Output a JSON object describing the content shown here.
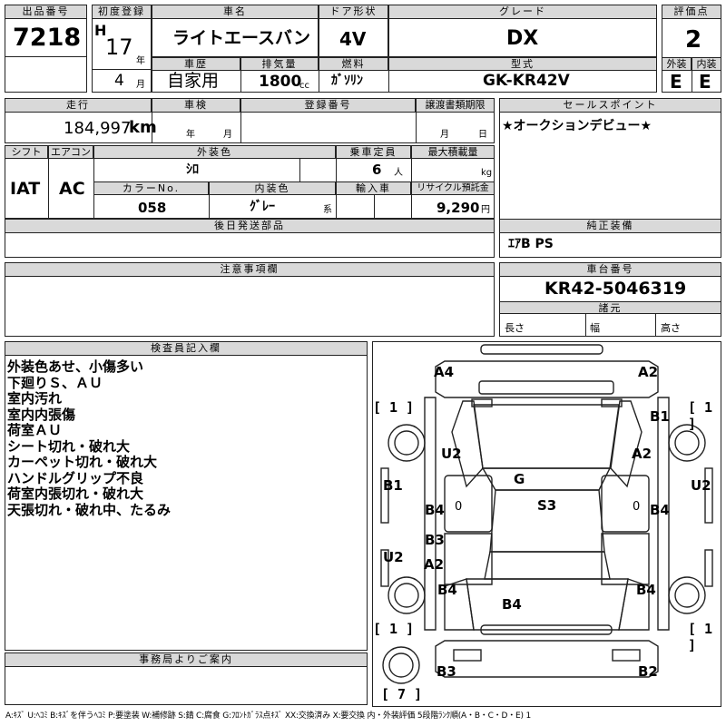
{
  "header": {
    "lot_label": "出品番号",
    "lot_number": "7218",
    "first_reg_label": "初度登録",
    "era": "H",
    "year": "17",
    "year_unit": "年",
    "month": "4",
    "month_unit": "月",
    "car_name_label": "車名",
    "car_name": "ライトエースバン",
    "door_label": "ドア形状",
    "door": "4V",
    "grade_label": "グレード",
    "grade": "DX",
    "score_label": "評価点",
    "score": "2",
    "history_label": "車歴",
    "history": "自家用",
    "displacement_label": "排気量",
    "displacement": "1800",
    "displacement_unit": "cc",
    "fuel_label": "燃料",
    "fuel": "ｶﾞｿﾘﾝ",
    "model_label": "型式",
    "model": "GK-KR42V",
    "exterior_label": "外装",
    "exterior": "E",
    "interior_label": "内装",
    "interior": "E"
  },
  "row2": {
    "mileage_label": "走行",
    "mileage": "184,997",
    "mileage_unit": "km",
    "inspection_label": "車検",
    "insp_year_unit": "年",
    "insp_month_unit": "月",
    "reg_no_label": "登録番号",
    "transfer_label": "譲渡書類期限",
    "transfer_month_unit": "月",
    "transfer_day_unit": "日",
    "sales_point_label": "セールスポイント",
    "sales_point": "★オークションデビュー★",
    "shift_label": "シフト",
    "shift": "IAT",
    "ac_label": "エアコン",
    "ac": "AC",
    "color_label": "外装色",
    "color": "ｼﾛ",
    "capacity_label": "乗車定員",
    "capacity": "6",
    "capacity_unit": "人",
    "maxload_label": "最大積載量",
    "maxload_unit": "kg",
    "color_no_label": "カラーNo.",
    "color_no": "058",
    "interior_color_label": "内装色",
    "interior_color": "ｸﾞﾚｰ",
    "interior_color_unit": "系",
    "import_label": "輸入車",
    "recycle_label": "リサイクル預託金",
    "recycle": "9,290",
    "recycle_unit": "円",
    "later_parts_label": "後日発送部品",
    "genuine_label": "純正装備",
    "genuine": "ｴｱB PS"
  },
  "caution": {
    "label": "注意事項欄",
    "chassis_label": "車台番号",
    "chassis": "KR42-5046319",
    "specs_label": "諸元",
    "length_label": "長さ",
    "width_label": "幅",
    "height_label": "高さ"
  },
  "inspector": {
    "label": "検査員記入欄",
    "notes": [
      "外装色あせ、小傷多い",
      "下廻りＳ、ＡＵ",
      "室内汚れ",
      "室内内張傷",
      "荷室ＡＵ",
      "シート切れ・破れ大",
      "カーペット切れ・破れ大",
      "ハンドルグリップ不良",
      "荷室内張切れ・破れ大",
      "天張切れ・破れ中、たるみ"
    ]
  },
  "office": {
    "label": "事務局よりご案内"
  },
  "diagram_marks": {
    "a4": "A4",
    "a2_tr": "A2",
    "b1": "B1",
    "u2_l": "U2",
    "a2_r": "A2",
    "g": "G",
    "b1_l": "B1",
    "u2_r": "U2",
    "b4_l": "B4",
    "s3": "S3",
    "b4_r": "B4",
    "b3": "B3",
    "a2_c": "A2",
    "u2_l2": "U2",
    "b4_bl": "B4",
    "b4_br": "B4",
    "b4_c": "B4",
    "b3_bot": "B3",
    "b2_bot": "B2",
    "tire_tl": "[ 1 ]",
    "tire_tr": "[ 1 ]",
    "tire_bl": "[ 1 ]",
    "tire_br": "[ 1 ]",
    "spare": "[ 7 ]",
    "zero": "0"
  },
  "legend": "A:ｷｽﾞ U:ﾍｺﾐ B:ｷｽﾞを伴うﾍｺﾐ P:要塗装 W:補修跡 S:錆 C:腐食 G:ﾌﾛﾝﾄｶﾞﾗｽ点ｷｽﾞ XX:交換済み X:要交換 内・外装評価 5段階ﾗﾝｸ順(A・B・C・D・E) 1"
}
